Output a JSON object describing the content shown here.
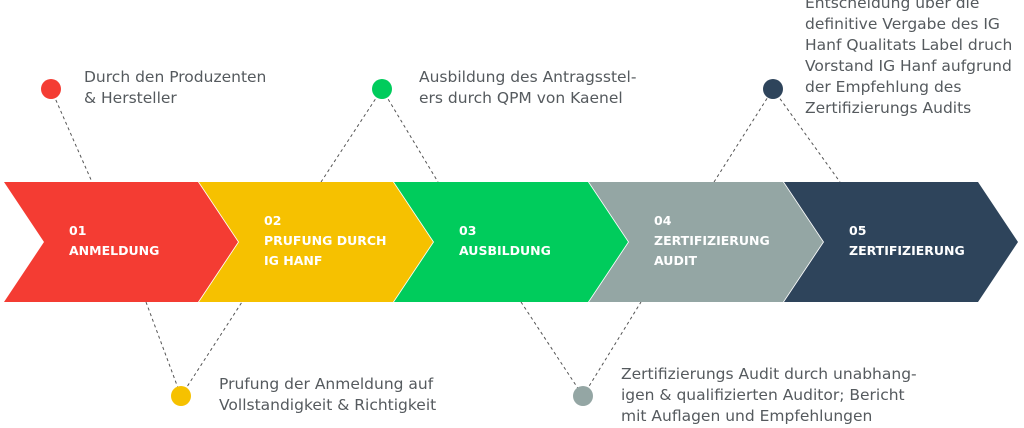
{
  "colors": {
    "red": "#f43c33",
    "yellow": "#f6c100",
    "green": "#00cc5c",
    "gray": "#94a6a4",
    "navy": "#2e445b",
    "connector": "#555555",
    "note_text": "#555a5e"
  },
  "steps": [
    {
      "number": "01",
      "label": [
        "ANMELDUNG"
      ],
      "color": "#f43c33"
    },
    {
      "number": "02",
      "label": [
        "PRUFUNG DURCH",
        "IG HANF"
      ],
      "color": "#f6c100"
    },
    {
      "number": "03",
      "label": [
        "AUSBILDUNG"
      ],
      "color": "#00cc5c"
    },
    {
      "number": "04",
      "label": [
        "ZERTIFIZIERUNG",
        "AUDIT"
      ],
      "color": "#94a6a4"
    },
    {
      "number": "05",
      "label": [
        "ZERTIFIZIERUNG"
      ],
      "color": "#2e445b"
    }
  ],
  "notes": {
    "n1": {
      "line1": "Durch den Produzenten",
      "line2": "& Hersteller"
    },
    "n2": {
      "line1": "Prufung der Anmeldung auf",
      "line2": "Vollstandigkeit & Richtigkeit"
    },
    "n3": {
      "line1": "Ausbildung des Antragsstel-",
      "line2": "ers durch QPM von Kaenel"
    },
    "n4": {
      "line1": "Zertifizierungs Audit durch unabhang-",
      "line2": "igen & qualifizierten Auditor; Bericht",
      "line3": "mit Auflagen und Empfehlungen"
    },
    "n5": {
      "line1": "Entscheidung uber die",
      "line2": "definitive Vergabe des IG",
      "line3": "Hanf Qualitats Label druch",
      "line4": "Vorstand IG Hanf aufgrund",
      "line5": "der Empfehlung des",
      "line6": "Zertifizierungs Audits"
    }
  }
}
